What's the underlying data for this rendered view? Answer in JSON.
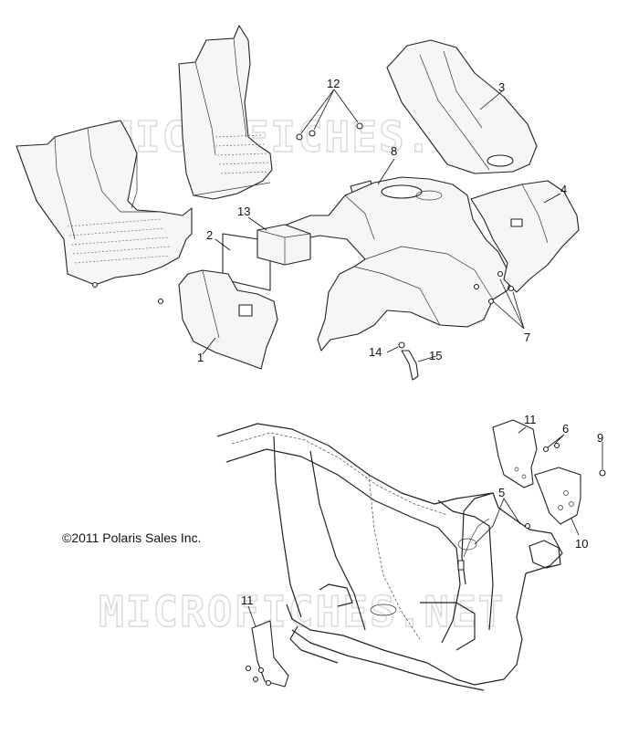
{
  "diagram": {
    "copyright": "©2011 Polaris Sales Inc.",
    "watermark": "MICROFICHES.NET",
    "callouts": {
      "c1": "1",
      "c2": "2",
      "c3": "3",
      "c4": "4",
      "c5": "5",
      "c6": "6",
      "c7": "7",
      "c8": "8",
      "c9": "9",
      "c10": "10",
      "c11a": "11",
      "c11b": "11",
      "c12": "12",
      "c13": "13",
      "c14": "14",
      "c15": "15"
    }
  }
}
